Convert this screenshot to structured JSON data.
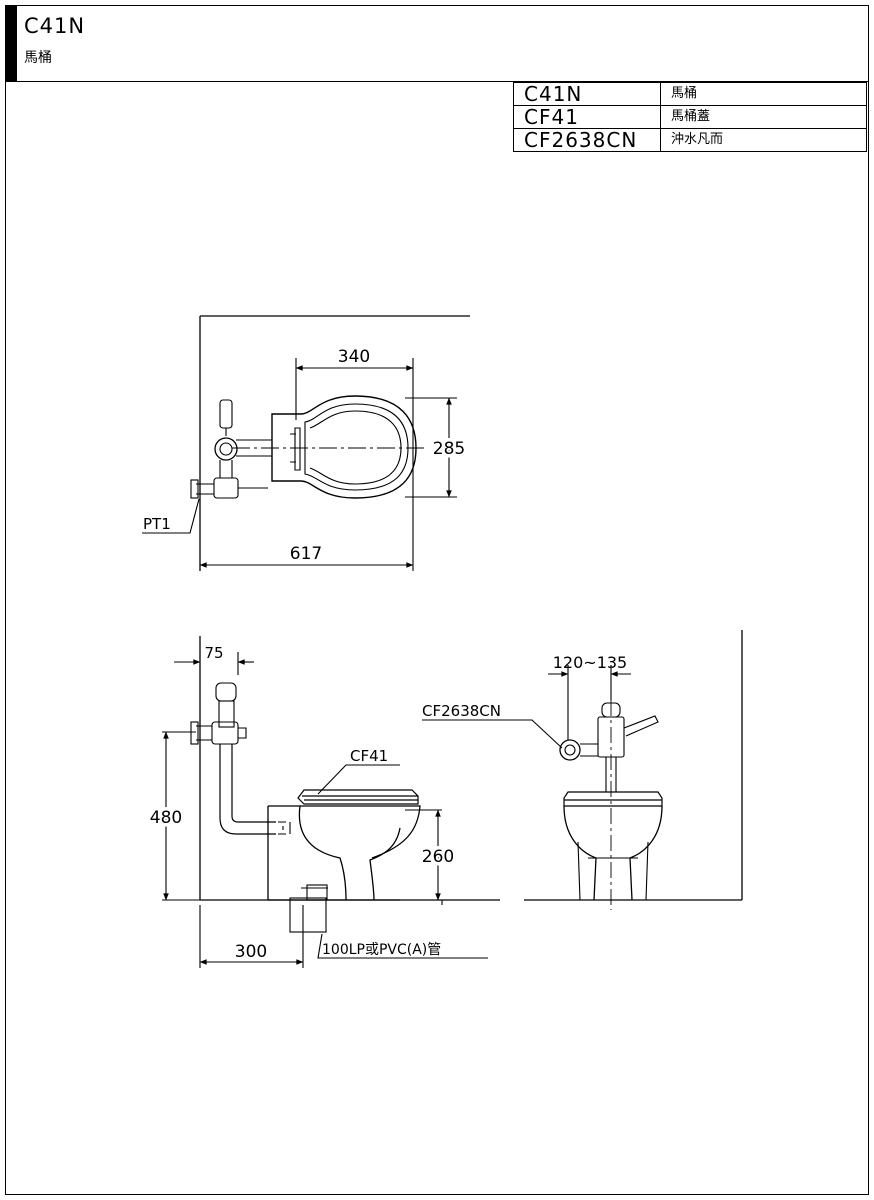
{
  "header": {
    "model": "C41N",
    "subtitle": "馬桶"
  },
  "parts_table": [
    {
      "code": "C41N",
      "desc": "馬桶"
    },
    {
      "code": "CF41",
      "desc": "馬桶蓋"
    },
    {
      "code": "CF2638CN",
      "desc": "沖水凡而"
    }
  ],
  "plan_view": {
    "dim_width": "340",
    "dim_depth": "285",
    "dim_total": "617",
    "label_valve": "PT1"
  },
  "side_view": {
    "dim_offset": "75",
    "dim_height": "480",
    "dim_seat_height": "260",
    "dim_rough_in": "300",
    "label_seat": "CF41",
    "label_pipe": "100LP或PVC(A)管"
  },
  "front_view": {
    "dim_range": "120~135",
    "label_valve": "CF2638CN"
  }
}
